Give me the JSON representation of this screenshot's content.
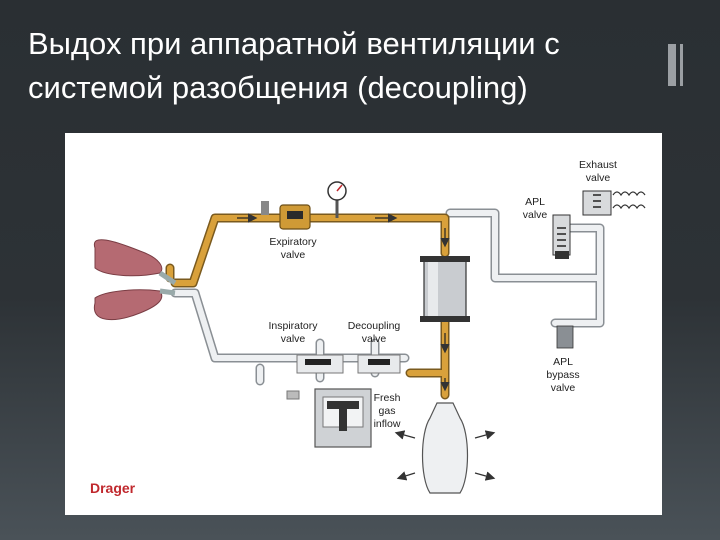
{
  "slide": {
    "title": "Выдох при аппаратной вентиляции с системой разобщения (decoupling)"
  },
  "diagram": {
    "labels": {
      "exhaust_line1": "Exhaust",
      "exhaust_line2": "valve",
      "apl_line1": "APL",
      "apl_line2": "valve",
      "expiratory_line1": "Expiratory",
      "expiratory_line2": "valve",
      "inspiratory_line1": "Inspiratory",
      "inspiratory_line2": "valve",
      "decoupling_line1": "Decoupling",
      "decoupling_line2": "valve",
      "fresh_line1": "Fresh",
      "fresh_line2": "gas",
      "fresh_line3": "inflow",
      "aplbypass_line1": "APL",
      "aplbypass_line2": "bypass",
      "aplbypass_line3": "valve"
    },
    "credit": "Drager",
    "colors": {
      "active_flow": "#c8902a",
      "inactive_tube": "#e6e8ea",
      "tube_outline": "#8a8f94",
      "lung": "#b56a72",
      "credit": "#c0282d"
    }
  }
}
